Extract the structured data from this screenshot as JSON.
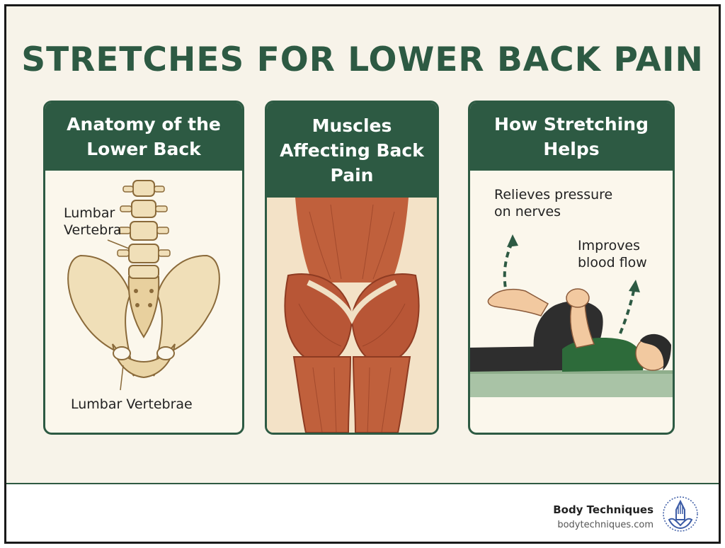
{
  "title": "STRETCHES FOR LOWER BACK PAIN",
  "colors": {
    "brand_green": "#2d5a43",
    "background": "#f7f3e9",
    "bone": "#f0dfb8",
    "muscle": "#c0603c",
    "logo_blue": "#3b5ba5"
  },
  "cards": [
    {
      "title_lines": [
        "Anatomy of the",
        "Lower Back"
      ],
      "labels": {
        "top": [
          "Lumbar",
          "Vertebra"
        ],
        "bottom": "Lumbar Vertebrae"
      },
      "illustration": "spine-and-pelvis"
    },
    {
      "title_lines": [
        "Muscles",
        "Affecting Back",
        "Pain"
      ],
      "illustration": "back-and-hip-muscles"
    },
    {
      "title_lines": [
        "How Stretching",
        "Helps"
      ],
      "labels": {
        "left": [
          "Relieves pressure",
          "on nerves"
        ],
        "right": [
          "Improves",
          "blood flow"
        ]
      },
      "illustration": "knee-to-chest-stretch"
    }
  ],
  "footer": {
    "brand": "Body Techniques",
    "url": "bodytechniques.com",
    "logo_icon": "lotus-hand-icon"
  }
}
